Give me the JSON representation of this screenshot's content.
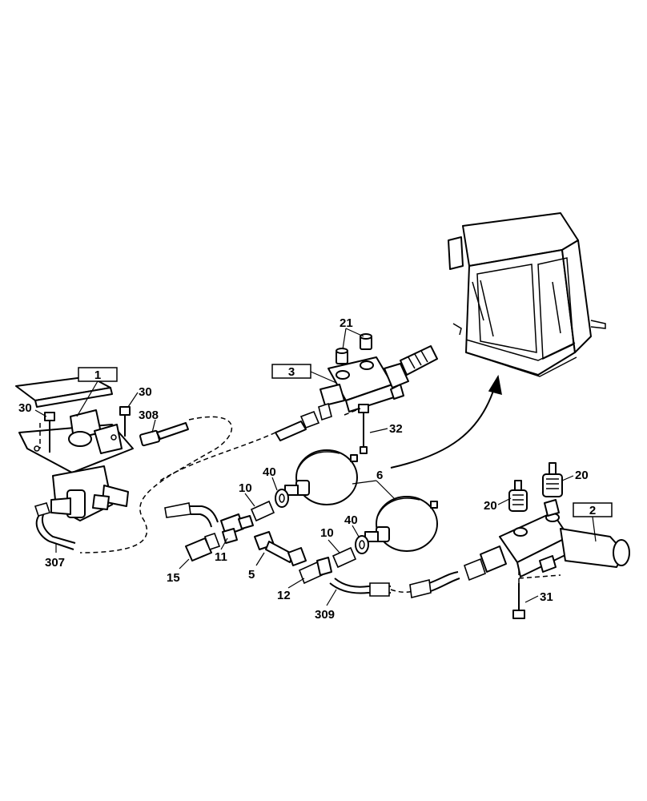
{
  "box_labels": {
    "pedal_valve": "1",
    "distribution_block": "3",
    "accumulator_block": "2"
  },
  "callouts": {
    "c30a": "30",
    "c30b": "30",
    "c308": "308",
    "c307": "307",
    "c21": "21",
    "c32": "32",
    "c6": "6",
    "c40a": "40",
    "c40b": "40",
    "c10a": "10",
    "c10b": "10",
    "c11": "11",
    "c15": "15",
    "c5": "5",
    "c12": "12",
    "c309": "309",
    "c20a": "20",
    "c20b": "20",
    "c31": "31"
  },
  "icons": {
    "arrow": "curved-arrow-icon",
    "cab": "operator-cab-icon"
  }
}
